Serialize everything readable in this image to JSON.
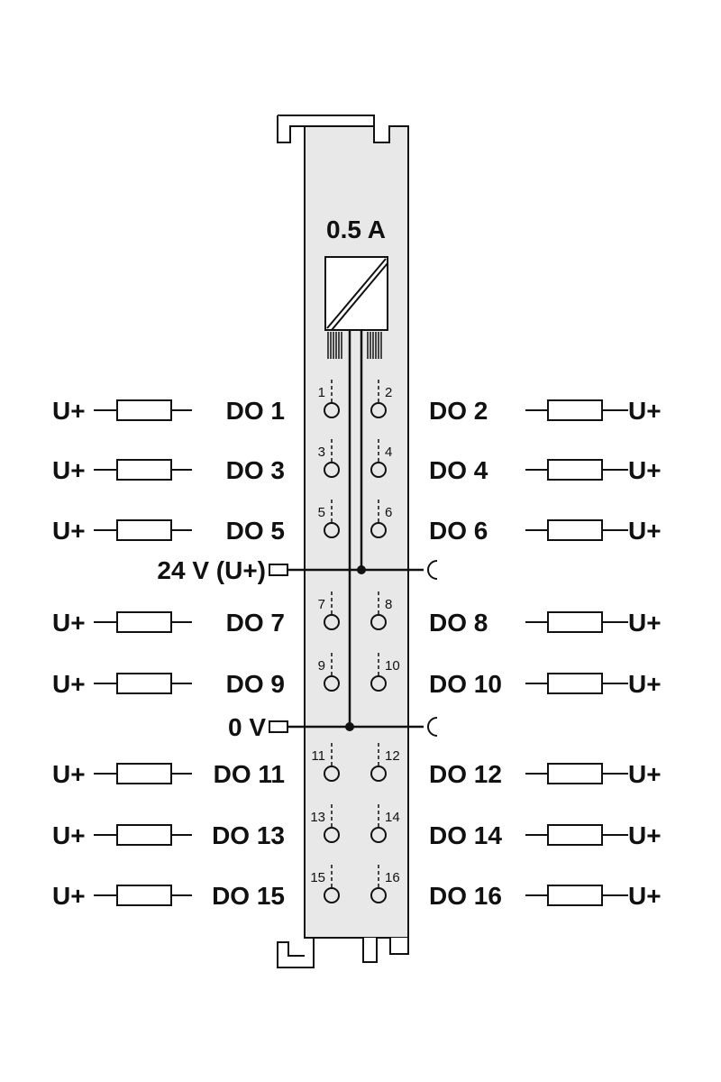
{
  "module": {
    "rating": "0.5 A",
    "body_color": "#e8e8e8",
    "line_color": "#111111"
  },
  "rows": [
    {
      "left": {
        "label": "DO 1",
        "terminal": "1"
      },
      "right": {
        "label": "DO 2",
        "terminal": "2"
      }
    },
    {
      "left": {
        "label": "DO 3",
        "terminal": "3"
      },
      "right": {
        "label": "DO 4",
        "terminal": "4"
      }
    },
    {
      "left": {
        "label": "DO 5",
        "terminal": "5"
      },
      "right": {
        "label": "DO 6",
        "terminal": "6"
      }
    },
    {
      "left": {
        "label": "DO 7",
        "terminal": "7"
      },
      "right": {
        "label": "DO 8",
        "terminal": "8"
      }
    },
    {
      "left": {
        "label": "DO 9",
        "terminal": "9"
      },
      "right": {
        "label": "DO 10",
        "terminal": "10"
      }
    },
    {
      "left": {
        "label": "DO 11",
        "terminal": "11"
      },
      "right": {
        "label": "DO 12",
        "terminal": "12"
      }
    },
    {
      "left": {
        "label": "DO 13",
        "terminal": "13"
      },
      "right": {
        "label": "DO 14",
        "terminal": "14"
      }
    },
    {
      "left": {
        "label": "DO 15",
        "terminal": "15"
      },
      "right": {
        "label": "DO 16",
        "terminal": "16"
      }
    }
  ],
  "load_supply_label": "U+",
  "buses": [
    {
      "label": "24 V (U+)"
    },
    {
      "label": "0 V"
    }
  ]
}
